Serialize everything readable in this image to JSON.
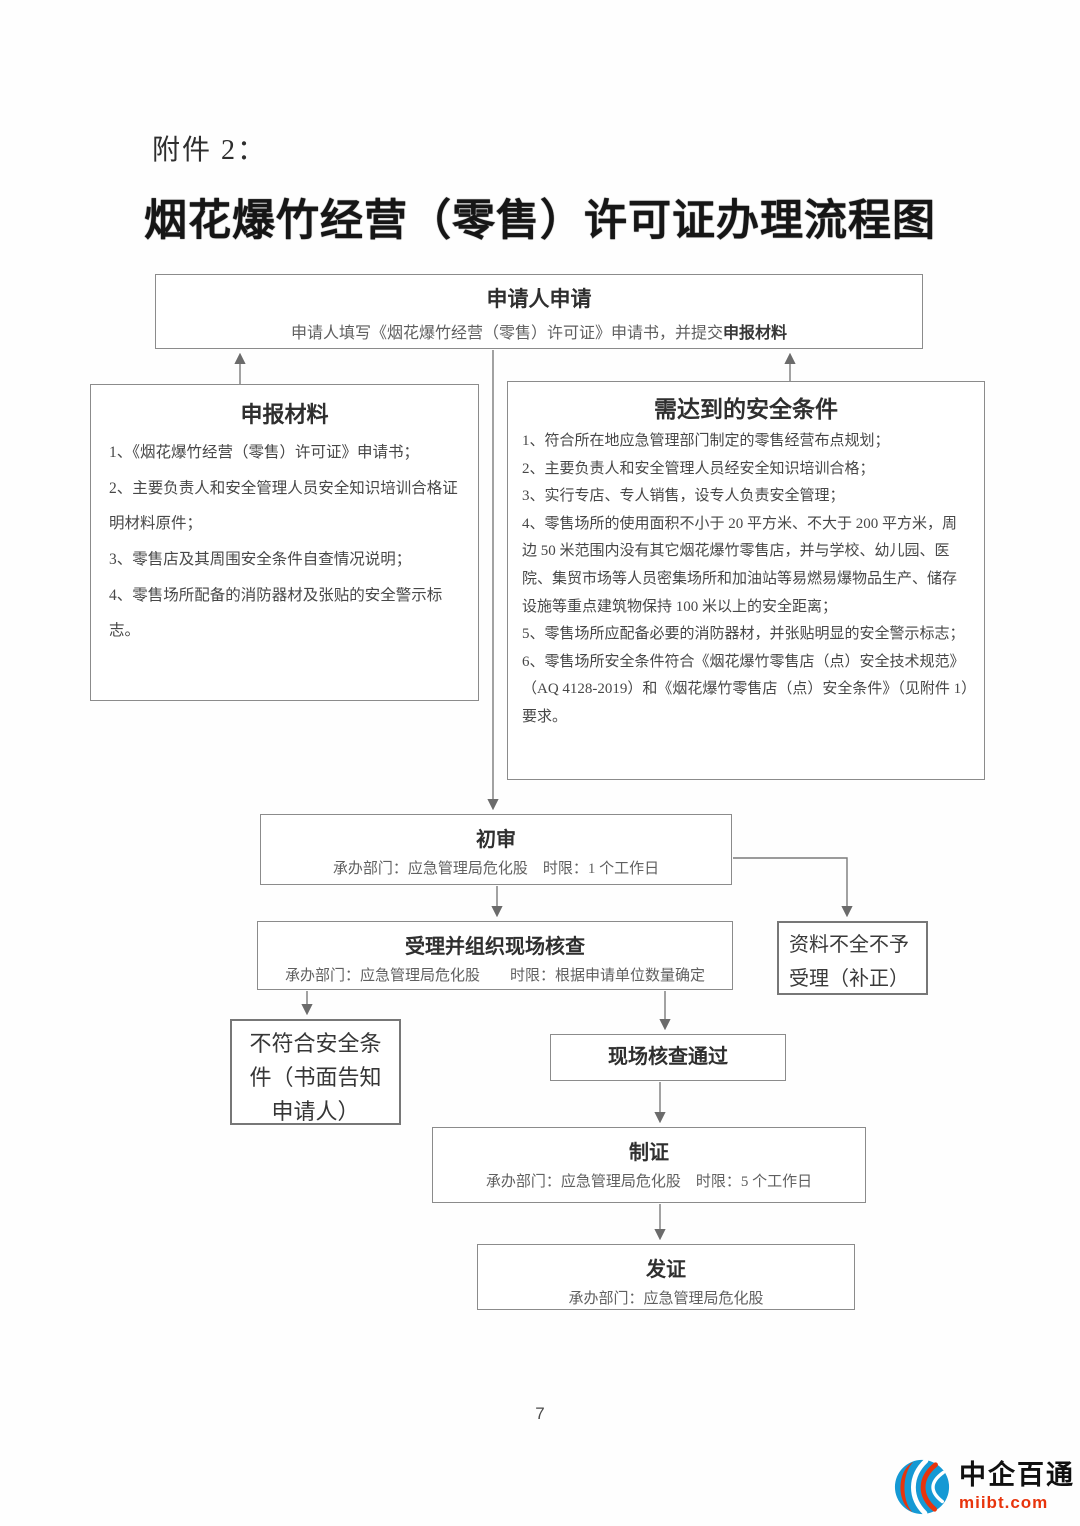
{
  "page": {
    "attachment_label": "附件 2：",
    "title": "烟花爆竹经营（零售）许可证办理流程图",
    "page_number": "7"
  },
  "flowchart": {
    "apply": {
      "title": "申请人申请",
      "subtitle_prefix": "申请人填写《烟花爆竹经营（零售）许可证》申请书，并提交",
      "subtitle_bold": "申报材料"
    },
    "materials": {
      "title": "申报材料",
      "items": [
        "1、《烟花爆竹经营（零售）许可证》申请书；",
        "2、主要负责人和安全管理人员安全知识培训合格证明材料原件；",
        "3、零售店及其周围安全条件自查情况说明；",
        "4、零售场所配备的消防器材及张贴的安全警示标志。"
      ]
    },
    "safety": {
      "title": "需达到的安全条件",
      "items": [
        "1、符合所在地应急管理部门制定的零售经营布点规划；",
        "2、主要负责人和安全管理人员经安全知识培训合格；",
        "3、实行专店、专人销售，设专人负责安全管理；",
        "4、零售场所的使用面积不小于 20 平方米、不大于 200 平方米，周边 50 米范围内没有其它烟花爆竹零售店，并与学校、幼儿园、医院、集贸市场等人员密集场所和加油站等易燃易爆物品生产、储存设施等重点建筑物保持 100 米以上的安全距离；",
        "5、零售场所应配备必要的消防器材，并张贴明显的安全警示标志；",
        "6、零售场所安全条件符合《烟花爆竹零售店（点）安全技术规范》（AQ 4128-2019）和《烟花爆竹零售店（点）安全条件》（见附件 1）要求。"
      ]
    },
    "first_review": {
      "title": "初审",
      "subtitle": "承办部门：应急管理局危化股　时限：1 个工作日"
    },
    "acceptance": {
      "title": "受理并组织现场核查",
      "subtitle": "承办部门：应急管理局危化股　　时限：根据申请单位数量确定"
    },
    "incomplete": {
      "label": "资料不全不予受理（补正）"
    },
    "not_meeting": {
      "label": "不符合安全条件（书面告知申请人）"
    },
    "site_check_pass": {
      "title": "现场核查通过"
    },
    "make_cert": {
      "title": "制证",
      "subtitle": "承办部门：应急管理局危化股　时限：5 个工作日"
    },
    "issue_cert": {
      "title": "发证",
      "subtitle": "承办部门：应急管理局危化股"
    }
  },
  "watermark": {
    "brand": "中企百通",
    "domain": "miibt.com"
  },
  "colors": {
    "text": "#3d3d3d",
    "border": "#8b8b8b",
    "arrow": "#6e6e6e",
    "brand_blue": "#1599d4",
    "brand_red": "#e8340c"
  }
}
